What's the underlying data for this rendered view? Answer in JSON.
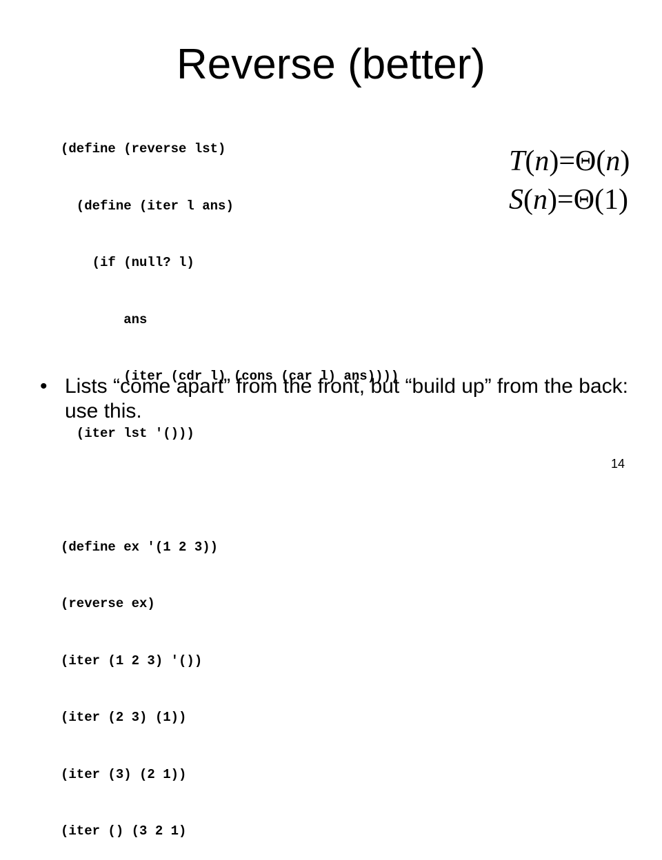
{
  "slide": {
    "title": "Reverse (better)",
    "code_lines": [
      "(define (reverse lst)",
      "  (define (iter l ans)",
      "    (if (null? l)",
      "        ans",
      "        (iter (cdr l) (cons (car l) ans))))",
      "  (iter lst '()))",
      "",
      "(define ex '(1 2 3))",
      "(reverse ex)",
      "(iter (1 2 3) '())",
      "(iter (2 3) (1))",
      "(iter (3) (2 1))",
      "(iter () (3 2 1)"
    ],
    "formulas": {
      "time": {
        "fn": "T",
        "arg": "n",
        "eq": "=",
        "theta": "Θ",
        "order": "n"
      },
      "space": {
        "fn": "S",
        "arg": "n",
        "eq": "=",
        "theta": "Θ",
        "order": "1"
      }
    },
    "bullet": {
      "marker": "•",
      "text": "Lists “come apart” from the front, but “build up” from the back: use this."
    },
    "page_number": "14"
  }
}
